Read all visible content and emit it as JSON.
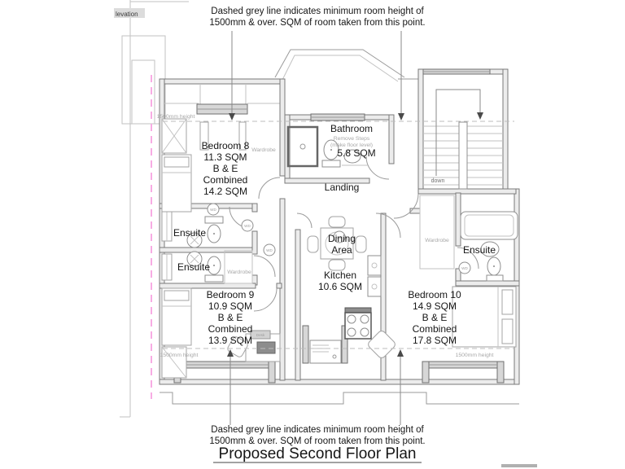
{
  "title": "Proposed Second Floor Plan",
  "annotations": {
    "note_line1": "Dashed grey line indicates minimum room height of",
    "note_line2": "1500mm & over. SQM of room taken from this point.",
    "height_note": "1500mm height",
    "partial_elevation_label": "levation"
  },
  "rooms": {
    "bedroom8": {
      "lines": [
        "Bedroom 8",
        "11.3 SQM",
        "B & E",
        "Combined",
        "14.2 SQM"
      ]
    },
    "bedroom9": {
      "lines": [
        "Bedroom 9",
        "10.9 SQM",
        "B & E",
        "Combined",
        "13.9 SQM"
      ]
    },
    "bedroom10": {
      "lines": [
        "Bedroom 10",
        "14.9 SQM",
        "B & E",
        "Combined",
        "17.8 SQM"
      ]
    },
    "bathroom": {
      "name": "Bathroom",
      "note1": "Remove Steps",
      "note2": "(make floor level)",
      "sqm": "5.8 SQM"
    },
    "kitchen": {
      "name": "Kitchen",
      "sqm": "10.6 SQM"
    },
    "dining": {
      "line1": "Dining",
      "line2": "Area"
    },
    "landing": {
      "name": "Landing"
    },
    "ensuite_label": "Ensuite",
    "wardrobe_label": "Wardrobe",
    "desk_label": "Desk",
    "stairs": {
      "down_label": "down"
    },
    "wd_symbol": "WD"
  },
  "colors": {
    "wall": "#7a7a7a",
    "min_height_dashed_line": "#bdbdbd",
    "magenta_guide_line": "#f8a3e2",
    "text": "#161616",
    "grey_text": "#a8a8a8"
  }
}
